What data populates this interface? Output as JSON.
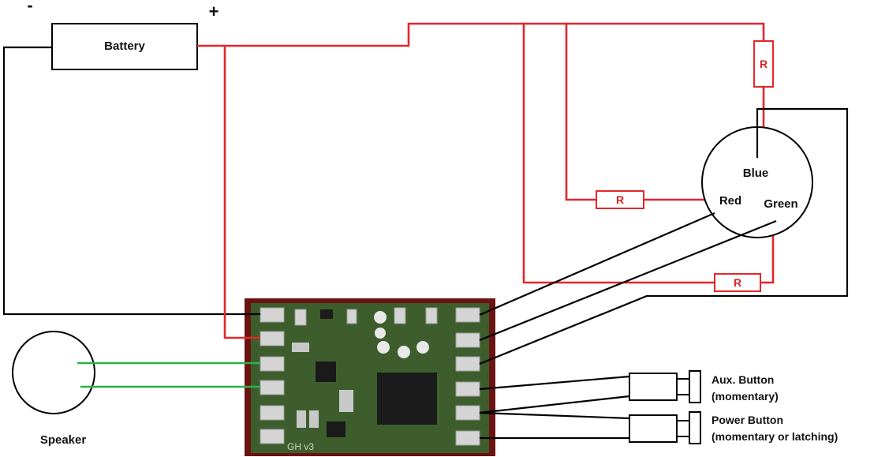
{
  "battery": {
    "label": "Battery",
    "minus_sign": "-",
    "plus_sign": "+"
  },
  "led": {
    "blue_label": "Blue",
    "red_label": "Red",
    "green_label": "Green"
  },
  "resistors": {
    "top_label": "R",
    "middle_label": "R",
    "bottom_label": "R"
  },
  "speaker": {
    "label": "Speaker"
  },
  "board": {
    "silkscreen": "GH v3"
  },
  "buttons": {
    "aux_line1": "Aux. Button",
    "aux_line2": "(momentary)",
    "power_line1": "Power Button",
    "power_line2": "(momentary or latching)"
  },
  "colors": {
    "positive_wire": "#e3262b",
    "signal_wire": "#000000",
    "speaker_wire": "#2bb24a",
    "pcb": "#3a5a2a",
    "pcb_border": "#6b1212"
  }
}
